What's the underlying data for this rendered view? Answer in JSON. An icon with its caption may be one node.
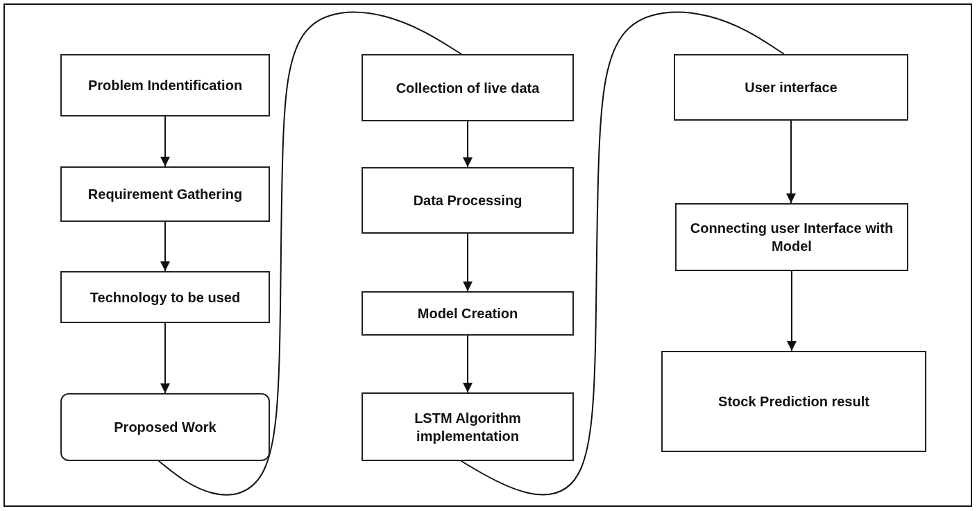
{
  "diagram": {
    "nodes": [
      {
        "text": [
          "Problem Indentification"
        ]
      },
      {
        "text": [
          "Requirement Gathering"
        ]
      },
      {
        "text": [
          "Technology to be used"
        ]
      },
      {
        "text": [
          "Proposed Work"
        ]
      },
      {
        "text": [
          "Collection of live data"
        ]
      },
      {
        "text": [
          "Data Processing"
        ]
      },
      {
        "text": [
          "Model Creation"
        ]
      },
      {
        "text": [
          "LSTM Algorithm implementation"
        ]
      },
      {
        "text": [
          "User interface"
        ]
      },
      {
        "text": [
          "Connecting user Interface with Model"
        ]
      },
      {
        "text": [
          "Stock Prediction result"
        ]
      }
    ],
    "edges": [
      {
        "from": 0,
        "to": 1,
        "arrow": "to"
      },
      {
        "from": 1,
        "to": 2,
        "arrow": "to"
      },
      {
        "from": 2,
        "to": 3,
        "arrow": "to"
      },
      {
        "from": 3,
        "to": 4,
        "arrow": "none"
      },
      {
        "from": 4,
        "to": 5,
        "arrow": "to"
      },
      {
        "from": 5,
        "to": 6,
        "arrow": "to"
      },
      {
        "from": 6,
        "to": 7,
        "arrow": "to"
      },
      {
        "from": 7,
        "to": 8,
        "arrow": "none"
      },
      {
        "from": 8,
        "to": 9,
        "arrow": "to"
      },
      {
        "from": 9,
        "to": 10,
        "arrow": "to"
      }
    ]
  }
}
